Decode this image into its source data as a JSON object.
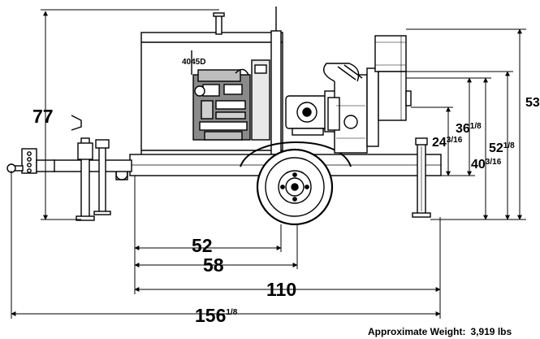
{
  "engine_model": "4045D",
  "dimensions": {
    "height_overall": "77",
    "height_53": "53",
    "height_36": {
      "whole": "36",
      "fraction": "1/8"
    },
    "height_24": {
      "whole": "24",
      "fraction": "3/16"
    },
    "height_52": {
      "whole": "52",
      "fraction": "1/8"
    },
    "height_40": {
      "whole": "40",
      "fraction": "3/16"
    },
    "length_52": "52",
    "length_58": "58",
    "length_110": "110",
    "length_overall": {
      "whole": "156",
      "fraction": "1/8"
    }
  },
  "weight": {
    "label": "Approximate Weight:",
    "value": "3,919 lbs"
  },
  "colors": {
    "line": "#000000",
    "background": "#ffffff",
    "engine_gray": "#8a8a8a",
    "panel_gray": "#d9d9d9"
  }
}
